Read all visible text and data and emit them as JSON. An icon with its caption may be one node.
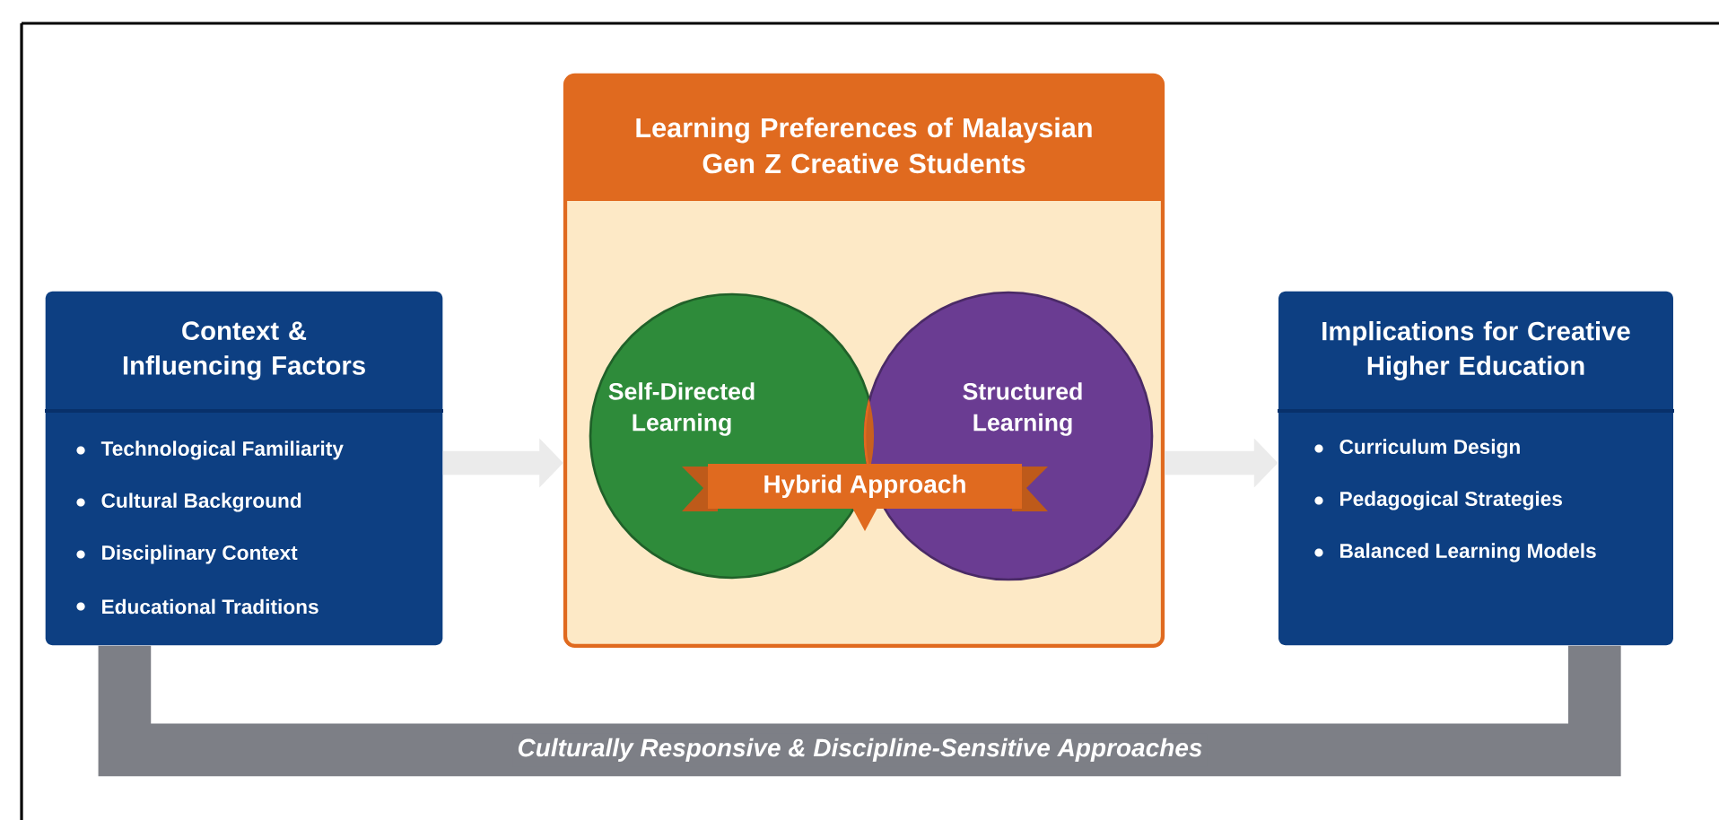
{
  "diagram": {
    "nodes": [
      {
        "text": [
          "Context & Influencing Factors",
          "Technological Familiarity",
          "Cultural Background",
          "Disciplinary Context",
          "Educational Traditions"
        ]
      },
      {
        "text": [
          "Learning Preferences of Malaysian Gen Z Creative Students"
        ]
      },
      {
        "text": [
          "Self-Directed Learning"
        ],
        "in": 1
      },
      {
        "text": [
          "Structured Learning"
        ],
        "in": 1
      },
      {
        "text": [
          "Hybrid Approach"
        ],
        "in": 1
      },
      {
        "text": [
          "Implications for Creative Higher Education",
          "Curriculum Design",
          "Pedagogical Strategies",
          "Balanced Learning Models"
        ]
      }
    ],
    "edges": [
      {
        "from": 0,
        "to": 1,
        "arrow": "to"
      },
      {
        "from": 1,
        "to": 5,
        "arrow": "to"
      },
      {
        "from": 0,
        "to": 5,
        "arrow": "none",
        "style": "thick",
        "color": "#7d7f86",
        "label": "Culturally Responsive & Discipline-Sensitive Approaches"
      }
    ]
  }
}
